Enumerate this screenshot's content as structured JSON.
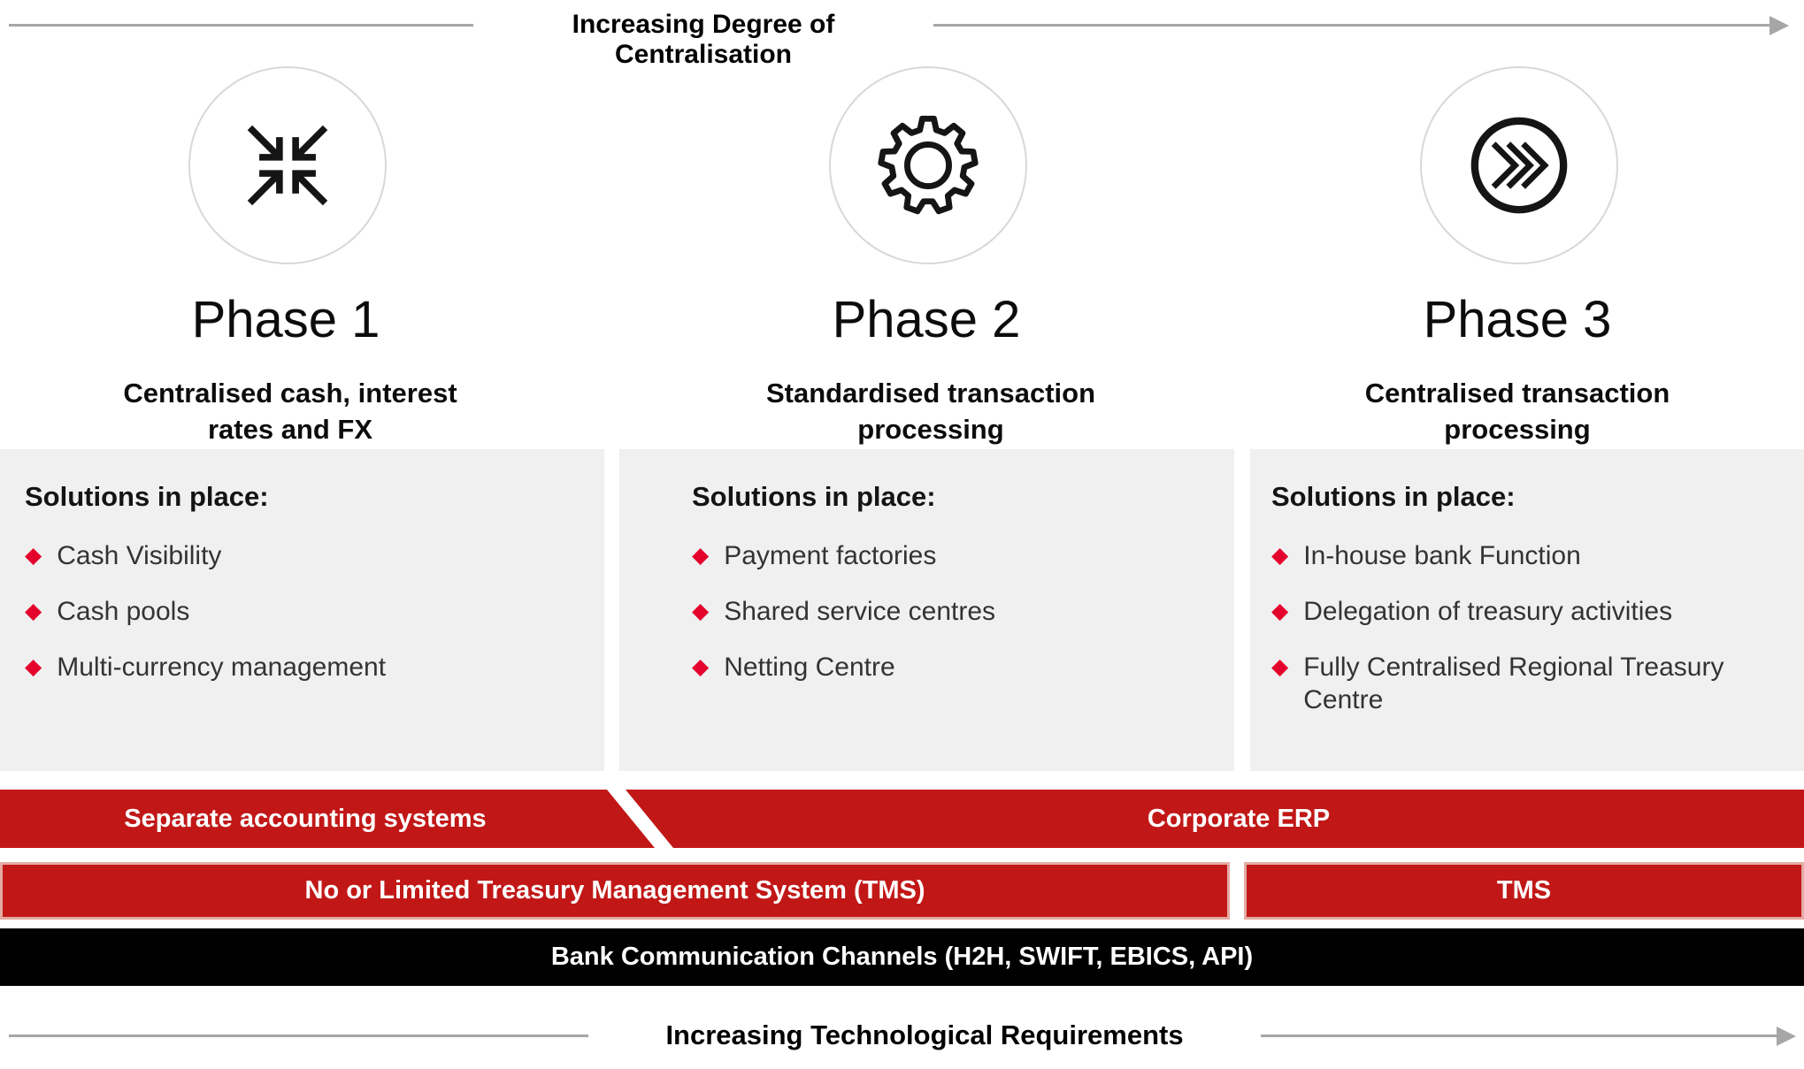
{
  "top_axis": {
    "label": "Increasing Degree of Centralisation"
  },
  "bottom_axis": {
    "label": "Increasing Technological Requirements"
  },
  "phases": [
    {
      "title": "Phase 1",
      "subtitle": "Centralised cash, interest rates and FX",
      "icon": "converge-arrows-icon",
      "solutions_heading": "Solutions in place:",
      "solutions": [
        "Cash Visibility",
        "Cash pools",
        "Multi-currency management"
      ]
    },
    {
      "title": "Phase 2",
      "subtitle": "Standardised transaction processing",
      "icon": "gear-icon",
      "solutions_heading": "Solutions in place:",
      "solutions": [
        "Payment factories",
        "Shared service centres",
        "Netting Centre"
      ]
    },
    {
      "title": "Phase 3",
      "subtitle": "Centralised transaction processing",
      "icon": "fast-forward-icon",
      "solutions_heading": "Solutions in place:",
      "solutions": [
        "In-house bank Function",
        "Delegation of treasury activities",
        "Fully Centralised Regional Treasury Centre"
      ]
    }
  ],
  "bars": {
    "accounting_left": "Separate accounting systems",
    "accounting_right": "Corporate ERP",
    "tms_left": "No or Limited Treasury Management System (TMS)",
    "tms_right": "TMS",
    "bank_channels": "Bank Communication Channels (H2H, SWIFT, EBICS, API)"
  },
  "colors": {
    "bar_red": "#c11817",
    "bullet_red": "#e4032c",
    "box_gray": "#f0f0f0",
    "arrow_gray": "#a6a6a6",
    "bar_black": "#000000"
  }
}
